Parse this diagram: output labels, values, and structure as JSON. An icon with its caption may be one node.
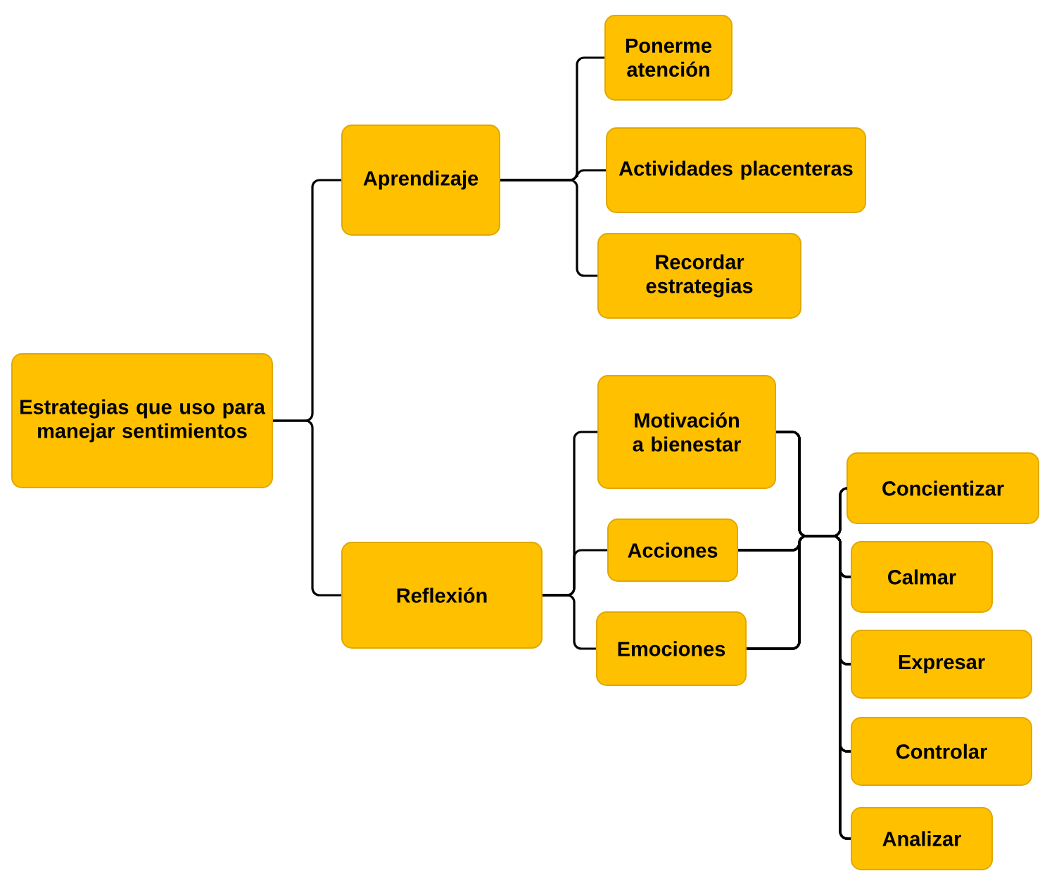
{
  "diagram": {
    "nodes": [
      {
        "text": [
          "Estrategias que uso para manejar sentimientos"
        ]
      },
      {
        "text": [
          "Aprendizaje"
        ]
      },
      {
        "text": [
          "Reflexión"
        ]
      },
      {
        "text": [
          "Ponerme atención"
        ]
      },
      {
        "text": [
          "Actividades placenteras"
        ]
      },
      {
        "text": [
          "Recordar estrategias"
        ]
      },
      {
        "text": [
          "Motivación a bienestar"
        ]
      },
      {
        "text": [
          "Acciones"
        ]
      },
      {
        "text": [
          "Emociones"
        ]
      },
      {
        "text": [
          "Concientizar"
        ]
      },
      {
        "text": [
          "Calmar"
        ]
      },
      {
        "text": [
          "Expresar"
        ]
      },
      {
        "text": [
          "Controlar"
        ]
      },
      {
        "text": [
          "Analizar"
        ]
      }
    ],
    "edges": [
      {
        "from": 0,
        "to": 1,
        "arrow": "none"
      },
      {
        "from": 0,
        "to": 2,
        "arrow": "none"
      },
      {
        "from": 1,
        "to": 3,
        "arrow": "none"
      },
      {
        "from": 1,
        "to": 4,
        "arrow": "none"
      },
      {
        "from": 1,
        "to": 5,
        "arrow": "none"
      },
      {
        "from": 2,
        "to": 6,
        "arrow": "none"
      },
      {
        "from": 2,
        "to": 7,
        "arrow": "none"
      },
      {
        "from": 2,
        "to": 8,
        "arrow": "none"
      },
      {
        "from": 6,
        "to": 9,
        "arrow": "none"
      },
      {
        "from": 6,
        "to": 10,
        "arrow": "none"
      },
      {
        "from": 6,
        "to": 11,
        "arrow": "none"
      },
      {
        "from": 6,
        "to": 12,
        "arrow": "none"
      },
      {
        "from": 6,
        "to": 13,
        "arrow": "none"
      },
      {
        "from": 7,
        "to": 9,
        "arrow": "none"
      },
      {
        "from": 7,
        "to": 10,
        "arrow": "none"
      },
      {
        "from": 7,
        "to": 11,
        "arrow": "none"
      },
      {
        "from": 7,
        "to": 12,
        "arrow": "none"
      },
      {
        "from": 7,
        "to": 13,
        "arrow": "none"
      },
      {
        "from": 8,
        "to": 9,
        "arrow": "none"
      },
      {
        "from": 8,
        "to": 10,
        "arrow": "none"
      },
      {
        "from": 8,
        "to": 11,
        "arrow": "none"
      },
      {
        "from": 8,
        "to": 12,
        "arrow": "none"
      },
      {
        "from": 8,
        "to": 13,
        "arrow": "none"
      }
    ]
  }
}
